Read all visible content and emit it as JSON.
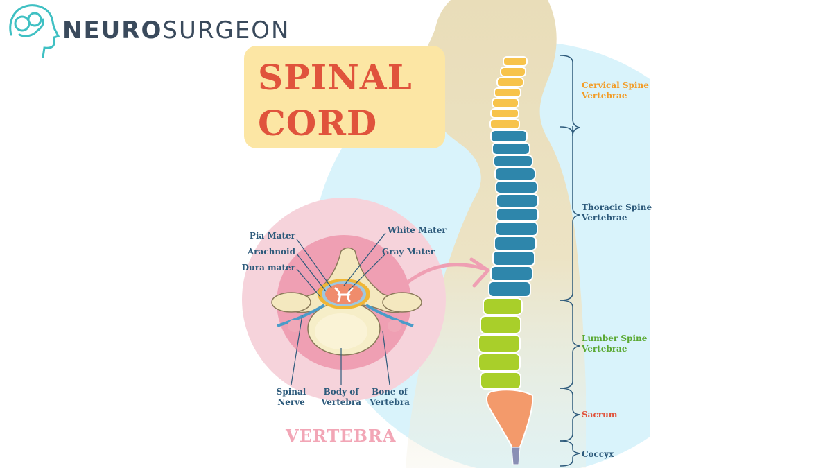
{
  "brand": {
    "logo_bold": "NEURO",
    "logo_rest": "SURGEON"
  },
  "title": {
    "line1": "SPINAL",
    "line2": "CORD"
  },
  "spine_regions": {
    "cervical": {
      "line1": "Cervical Spine",
      "line2": "Vertebrae"
    },
    "thoracic": {
      "line1": "Thoracic Spine",
      "line2": "Vertebrae"
    },
    "lumbar": {
      "line1": "Lumber Spine",
      "line2": "Vertebrae"
    },
    "sacrum": "Sacrum",
    "coccyx": "Coccyx"
  },
  "vertebra_labels": {
    "pia_mater": "Pia Mater",
    "arachnoid": "Arachnoid",
    "dura_mater": "Dura mater",
    "white_mater": "White Mater",
    "gray_mater": "Gray Mater",
    "spinal_nerve": {
      "line1": "Spinal",
      "line2": "Nerve"
    },
    "body_of_vertebra": {
      "line1": "Body of",
      "line2": "Vertebra"
    },
    "bone_of_vertebra": {
      "line1": "Bone of",
      "line2": "Vertebra"
    }
  },
  "vertebra_title": "VERTEBRA",
  "colors": {
    "cervical": "#f7c34b",
    "thoracic": "#2e86ab",
    "lumbar": "#a9cf2a",
    "sacrum": "#f39a6b",
    "coccyx": "#8a8fb5",
    "title_red": "#e0533c",
    "title_bg": "#fce6a4",
    "bg_circle": "#d9f3fb",
    "pink": "#f5c4cf",
    "label_blue": "#2d5a7b",
    "cervical_label": "#f39c26",
    "lumbar_label": "#5aa832",
    "sacrum_label": "#e0533c"
  },
  "icons": {
    "logo": "head-brain-icon"
  }
}
